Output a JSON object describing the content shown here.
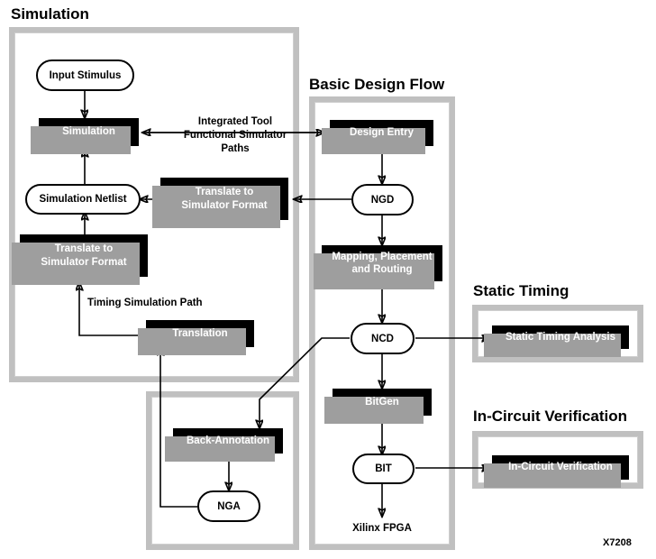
{
  "diagram": {
    "figure_id": "X7208",
    "groups": [
      {
        "title": "Simulation"
      },
      {
        "title": "Basic Design Flow"
      },
      {
        "title": "Static Timing"
      },
      {
        "title": "In-Circuit Verification"
      }
    ],
    "simulation": {
      "input_stimulus": "Input Stimulus",
      "simulation": "Simulation",
      "simulation_netlist": "Simulation Netlist",
      "translate_lower": "Translate to\nSimulator Format",
      "translate_mid": "Translate to\nSimulator Format",
      "translation": "Translation",
      "timing_path_label": "Timing Simulation Path",
      "integrated_tool_label": "Integrated Tool\nFunctional Simulator\nPaths"
    },
    "back_annotation": {
      "back_annotation": "Back-Annotation",
      "nga": "NGA"
    },
    "design_flow": {
      "design_entry": "Design Entry",
      "ngd": "NGD",
      "mapping": "Mapping, Placement\nand Routing",
      "ncd": "NCD",
      "bitgen": "BitGen",
      "bit": "BIT",
      "target": "Xilinx FPGA"
    },
    "static_timing": {
      "analysis": "Static Timing Analysis"
    },
    "in_circuit": {
      "verification": "In-Circuit Verification"
    },
    "colors": {
      "process_fill": "#000000",
      "process_text": "#ffffff",
      "shadow": "#9e9e9e",
      "group_border": "#c0c0c0",
      "background": "#ffffff",
      "line": "#000000"
    }
  }
}
